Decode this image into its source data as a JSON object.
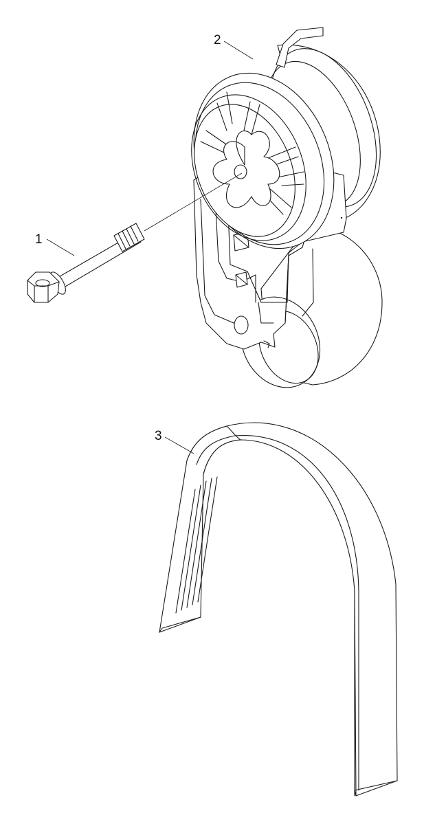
{
  "callouts": [
    {
      "id": "1",
      "label": "1"
    },
    {
      "id": "2",
      "label": "2"
    },
    {
      "id": "3",
      "label": "3"
    }
  ],
  "colors": {
    "background": "#ffffff",
    "line": "#1a1a1a"
  }
}
